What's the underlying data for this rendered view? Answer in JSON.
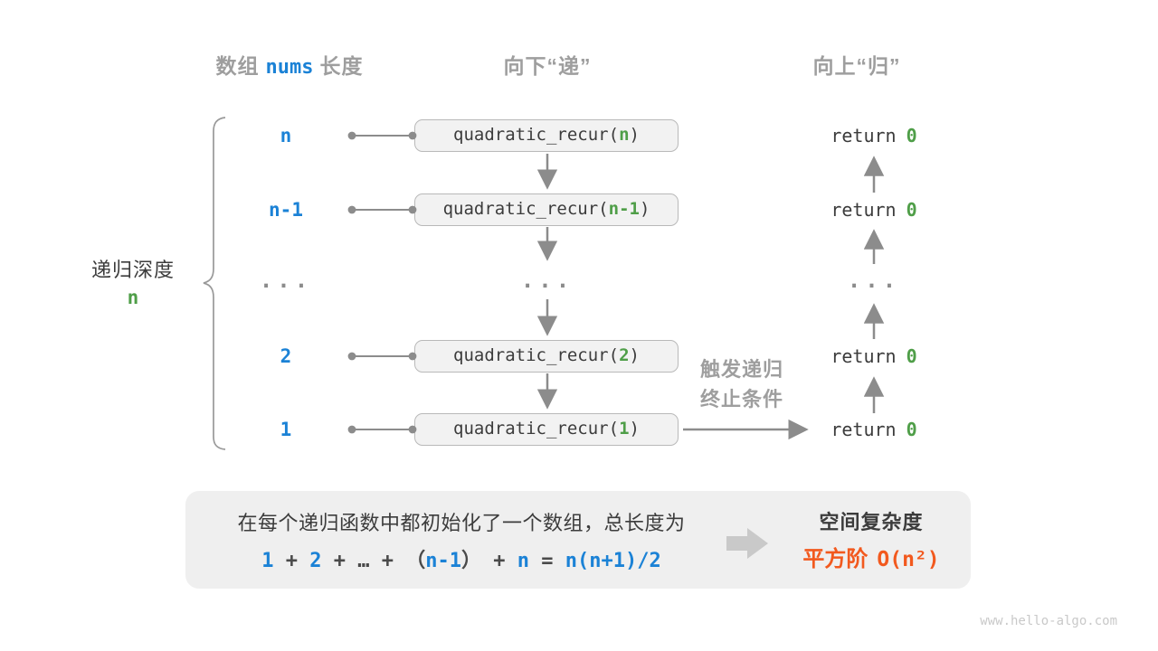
{
  "colors": {
    "blue": "#1B82D6",
    "green": "#4F9E48",
    "orange": "#F2591E",
    "gray_label": "#9E9E9E",
    "dark": "#3C3C3C",
    "arrow": "#8C8C8C",
    "box_fill": "#F2F2F2",
    "box_border": "#B9B9B9",
    "panel_fill": "#EFEFEF",
    "block_arrow": "#C9C9C9",
    "watermark": "#C9C9C9",
    "brace": "#999999"
  },
  "headers": {
    "col1_prefix": "数组",
    "col1_code": "nums",
    "col1_suffix": "长度",
    "col2": "向下“递”",
    "col3": "向上“归”"
  },
  "depth_label": {
    "title": "递归深度",
    "value": "n"
  },
  "ellipsis": "...",
  "rows": [
    {
      "label": "n",
      "call_prefix": "quadratic_recur(",
      "call_arg": "n",
      "call_suffix": ")",
      "return_keyword": "return",
      "return_value": "0"
    },
    {
      "label": "n-1",
      "call_prefix": "quadratic_recur(",
      "call_arg": "n-1",
      "call_suffix": ")",
      "return_keyword": "return",
      "return_value": "0"
    },
    {
      "label": "2",
      "call_prefix": "quadratic_recur(",
      "call_arg": "2",
      "call_suffix": ")",
      "return_keyword": "return",
      "return_value": "0"
    },
    {
      "label": "1",
      "call_prefix": "quadratic_recur(",
      "call_arg": "1",
      "call_suffix": ")",
      "return_keyword": "return",
      "return_value": "0"
    }
  ],
  "trigger_note": {
    "line1": "触发递归",
    "line2": "终止条件"
  },
  "summary": {
    "line1": "在每个递归函数中都初始化了一个数组，总长度为",
    "formula": [
      {
        "text": "1",
        "color": "blue"
      },
      {
        "text": " + ",
        "color": "gray"
      },
      {
        "text": "2",
        "color": "blue"
      },
      {
        "text": " + ",
        "color": "gray"
      },
      {
        "text": "…",
        "color": "gray"
      },
      {
        "text": " + ",
        "color": "gray"
      },
      {
        "text": "（",
        "color": "gray"
      },
      {
        "text": "n-1",
        "color": "blue"
      },
      {
        "text": "）",
        "color": "gray"
      },
      {
        "text": " + ",
        "color": "gray"
      },
      {
        "text": "n",
        "color": "blue"
      },
      {
        "text": " = ",
        "color": "gray"
      },
      {
        "text": "n(n+1)/2",
        "color": "blue"
      }
    ],
    "result_title": "空间复杂度",
    "result_cn": "平方阶",
    "result_code": "O(n²)"
  },
  "watermark": "www.hello-algo.com"
}
